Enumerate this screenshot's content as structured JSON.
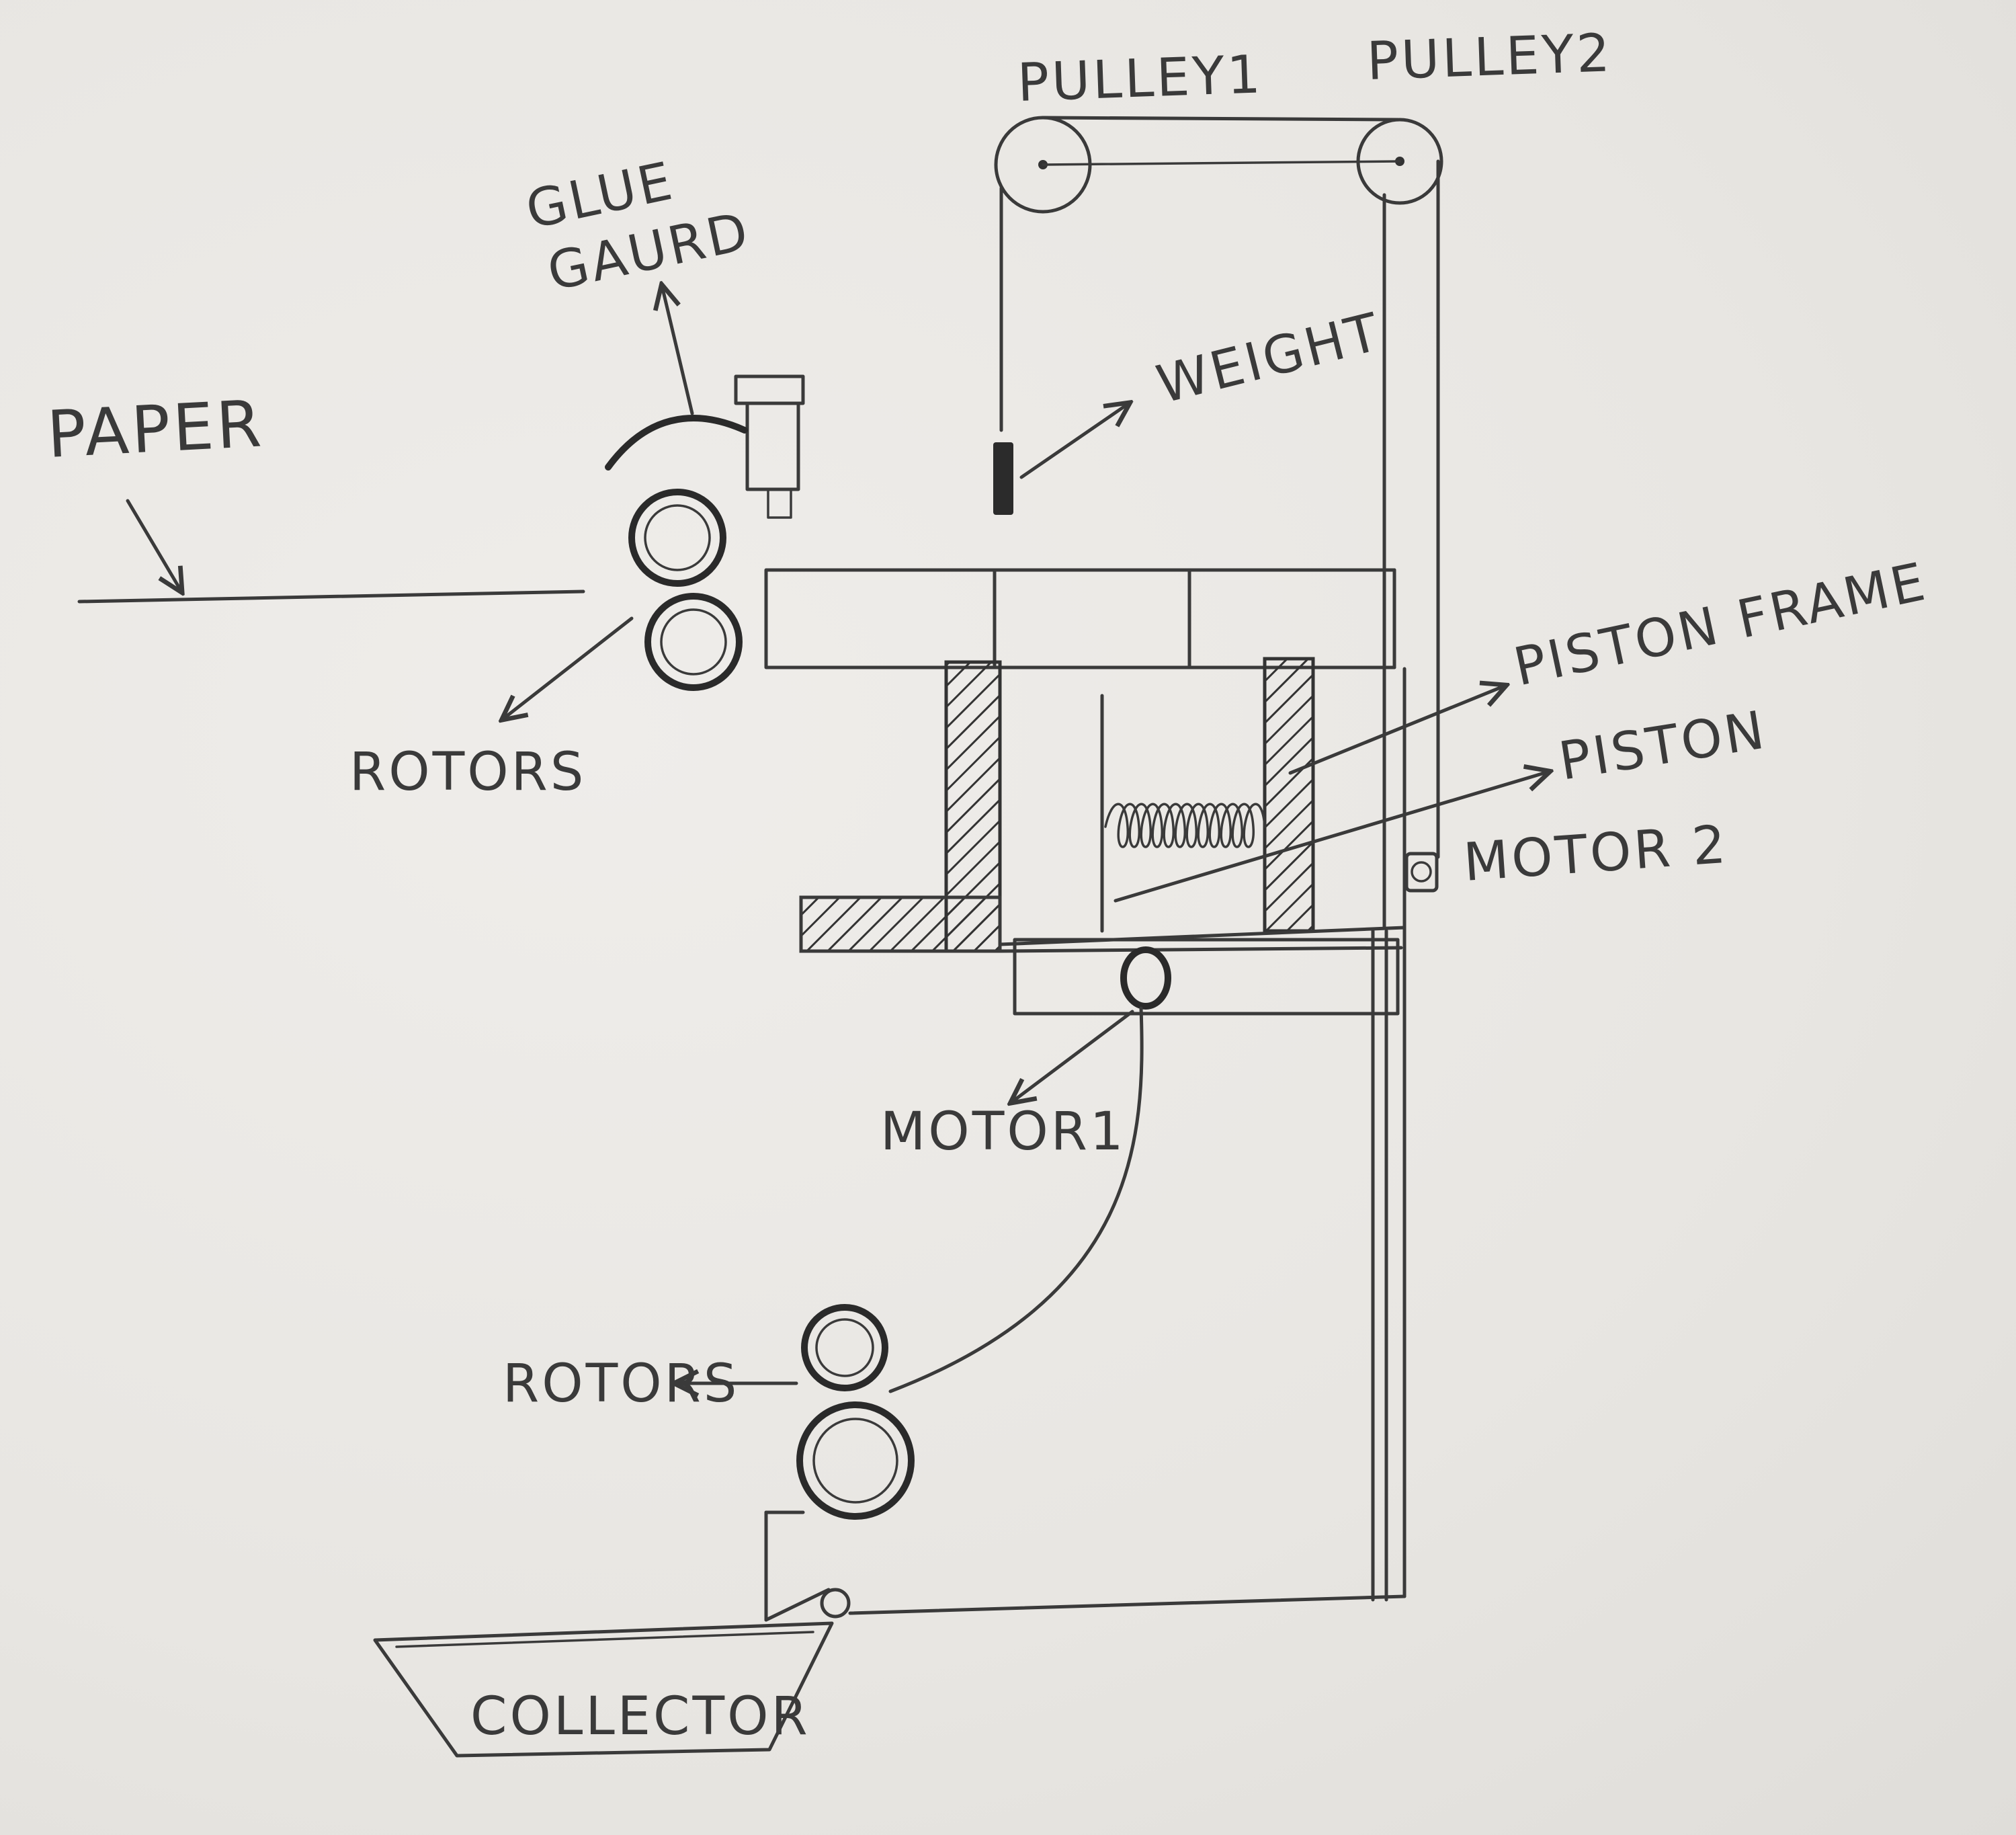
{
  "labels": {
    "pulley1": "PULLEY1",
    "pulley2": "PULLEY2",
    "glue_line1": "GLUE",
    "glue_line2": "GAURD",
    "weight": "WEIGHT",
    "paper": "PAPER",
    "piston_frame": "PISTON FRAME",
    "piston": "PISTON",
    "motor2": "MOTOR 2",
    "rotors_top": "ROTORS",
    "motor1": "MOTOR1",
    "rotors_bottom": "ROTORS",
    "collector": "COLLECTOR"
  },
  "colors": {
    "ink": "#3a3a3a",
    "paper_bg": "#ebe9e6"
  }
}
